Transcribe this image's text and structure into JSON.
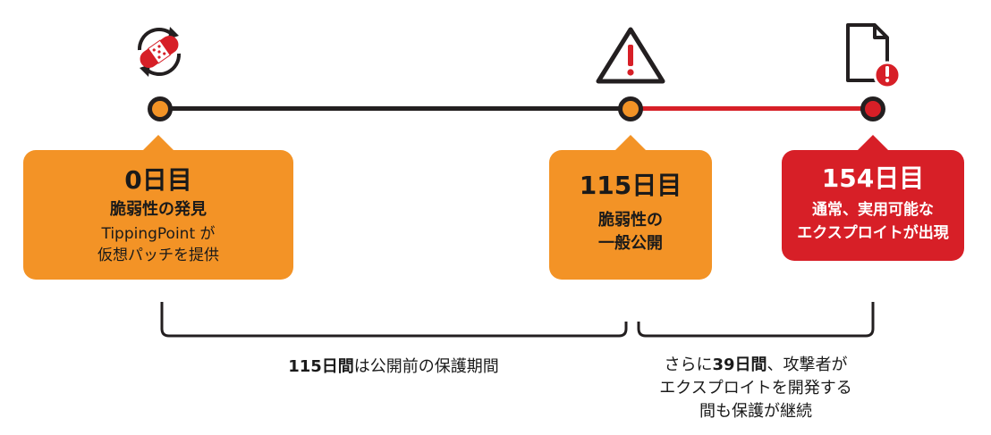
{
  "colors": {
    "orange": "#f39326",
    "red": "#d71f27",
    "dark": "#231f20",
    "white": "#ffffff"
  },
  "icons": {
    "start": "bandage-refresh-icon",
    "middle": "warning-triangle-icon",
    "end": "document-alert-icon"
  },
  "milestones": [
    {
      "day": "0日目",
      "headline": "脆弱性の発見",
      "detail_lines": [
        "TippingPoint が",
        "仮想パッチを提供"
      ]
    },
    {
      "day": "115日目",
      "headline_lines": [
        "脆弱性の",
        "一般公開"
      ]
    },
    {
      "day": "154日目",
      "headline_lines": [
        "通常、実用可能な",
        "エクスプロイトが出現"
      ]
    }
  ],
  "captions": {
    "left": {
      "bold": "115日間",
      "rest": "は公開前の保護期間"
    },
    "right": {
      "line1_pre": "さらに",
      "line1_bold": "39日間",
      "line1_post": "、攻撃者が",
      "line2": "エクスプロイトを開発する",
      "line3": "間も保護が継続"
    }
  }
}
